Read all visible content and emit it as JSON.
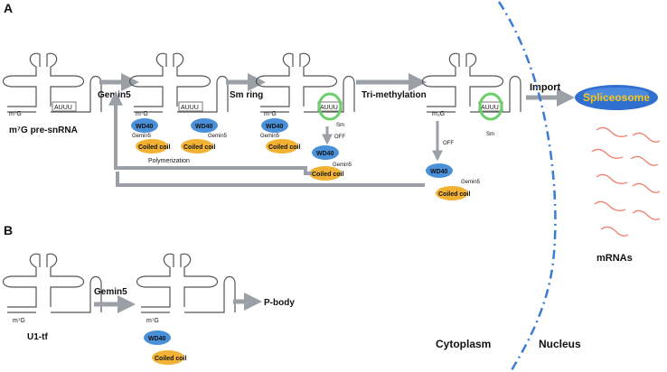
{
  "panel_labels": {
    "a": "A",
    "b": "B"
  },
  "colors": {
    "wd40": "#4a90d9",
    "coiled_coil": "#f2b335",
    "arrow": "#9aa0a6",
    "sm_ring": "#6ccf6c",
    "mrna": "#f08070",
    "membrane": "#3a7bd5",
    "spliceosome_text": "#f5c518"
  },
  "panel_a": {
    "cap_label": "m⁷G",
    "cap_label_tri": "m₃G",
    "sm_site": "AUUU",
    "substrate_label": "m⁷G pre-snRNA",
    "step1_label": "Gemin5",
    "step2_label": "Sm ring",
    "step3_label": "Tri-methylation",
    "import_label": "Import",
    "polymerization_label": "Polymerization",
    "off_label": "OFF",
    "sm_label": "Sm",
    "wd40_label": "WD40",
    "coiled_label": "Coiled coil",
    "gemin5_label": "Gemin5",
    "spliceosome_label": "Spliceosome",
    "mrnas_label": "mRNAs"
  },
  "panel_b": {
    "cap_label": "m⁷G",
    "substrate_label": "U1-tf",
    "step_label": "Gemin5",
    "destination_label": "P-body",
    "wd40_label": "WD40",
    "coiled_label": "Coiled coil"
  },
  "compartments": {
    "cytoplasm": "Cytoplasm",
    "nucleus": "Nucleus"
  }
}
